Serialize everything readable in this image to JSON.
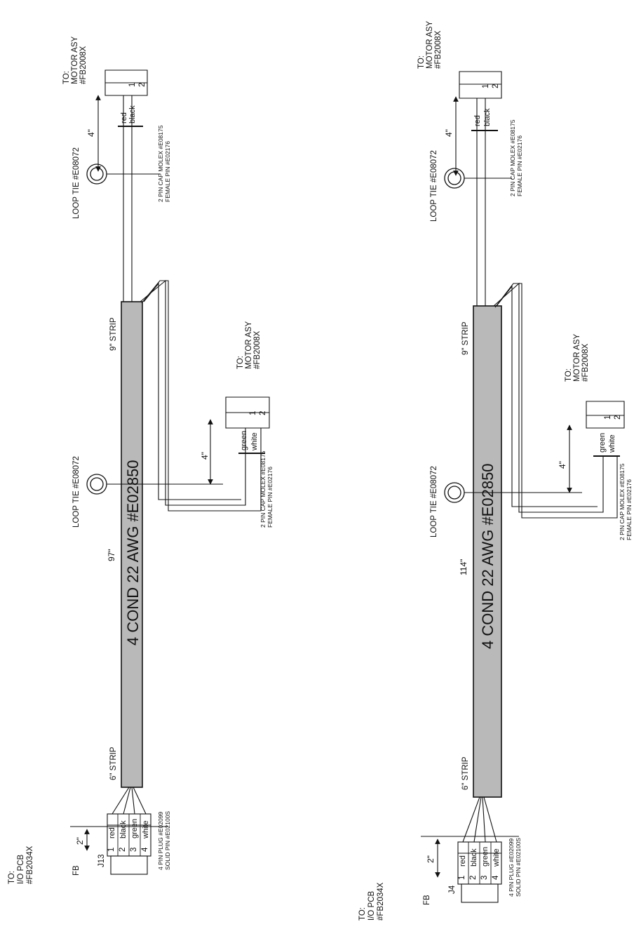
{
  "harnesses": [
    {
      "to_pcb": {
        "to": "TO:",
        "line1": "I/O PCB",
        "line2": "#FB2034X"
      },
      "connector_board": "FB",
      "connector_id": "J13",
      "plug_pins": [
        "1",
        "2",
        "3",
        "4"
      ],
      "plug_wires": [
        "red",
        "black",
        "green",
        "white"
      ],
      "plug_part": "4 PIN PLUG #E02099",
      "plug_pin_part": "SOLID PIN #E02100S",
      "plug_length": "2\"",
      "strip_near": "6\" STRIP",
      "cable_label": "4 COND 22 AWG #E02850",
      "cable_length": "97\"",
      "strip_far": "9\" STRIP",
      "loop_tie_1": "LOOP TIE #E08072",
      "loop_tie_2": "LOOP TIE #E08072",
      "motor_top": {
        "to": "TO:",
        "line1": "MOTOR ASY",
        "line2": "#FB2008X"
      },
      "motor_top_pins": [
        "1",
        "2"
      ],
      "motor_top_wires": [
        "red",
        "black"
      ],
      "motor_top_length": "4\"",
      "motor_top_cap": "2 PIN CAP MOLEX #E08175",
      "motor_top_pin": "FEMALE PIN #E02176",
      "motor_mid": {
        "to": "TO:",
        "line1": "MOTOR ASY",
        "line2": "#FB2008X"
      },
      "motor_mid_pins": [
        "1",
        "2"
      ],
      "motor_mid_wires": [
        "green",
        "white"
      ],
      "motor_mid_length": "4\"",
      "motor_mid_cap": "2 PIN CAP MOLEX #E08175",
      "motor_mid_pin": "FEMALE PIN #E02176"
    },
    {
      "to_pcb": {
        "to": "TO:",
        "line1": "I/O PCB",
        "line2": "#FB2034X"
      },
      "connector_board": "FB",
      "connector_id": "J4",
      "plug_pins": [
        "1",
        "2",
        "3",
        "4"
      ],
      "plug_wires": [
        "red",
        "black",
        "green",
        "white"
      ],
      "plug_part": "4 PIN PLUG #E02099",
      "plug_pin_part": "SOLID PIN #E02100S",
      "plug_length": "2\"",
      "strip_near": "6\" STRIP",
      "cable_label": "4 COND 22 AWG #E02850",
      "cable_length": "114\"",
      "strip_far": "9\" STRIP",
      "loop_tie_1": "LOOP TIE #E08072",
      "loop_tie_2": "LOOP TIE #E08072",
      "motor_top": {
        "to": "TO:",
        "line1": "MOTOR ASY",
        "line2": "#FB2008X"
      },
      "motor_top_pins": [
        "1",
        "2"
      ],
      "motor_top_wires": [
        "red",
        "black"
      ],
      "motor_top_length": "4\"",
      "motor_top_cap": "2 PIN CAP MOLEX #E08175",
      "motor_top_pin": "FEMALE PIN #E02176",
      "motor_mid": {
        "to": "TO:",
        "line1": "MOTOR ASY",
        "line2": "#FB2008X"
      },
      "motor_mid_pins": [
        "1",
        "2"
      ],
      "motor_mid_wires": [
        "green",
        "white"
      ],
      "motor_mid_length": "4\"",
      "motor_mid_cap": "2 PIN CAP MOLEX #E08175",
      "motor_mid_pin": "FEMALE PIN #E02176"
    }
  ]
}
